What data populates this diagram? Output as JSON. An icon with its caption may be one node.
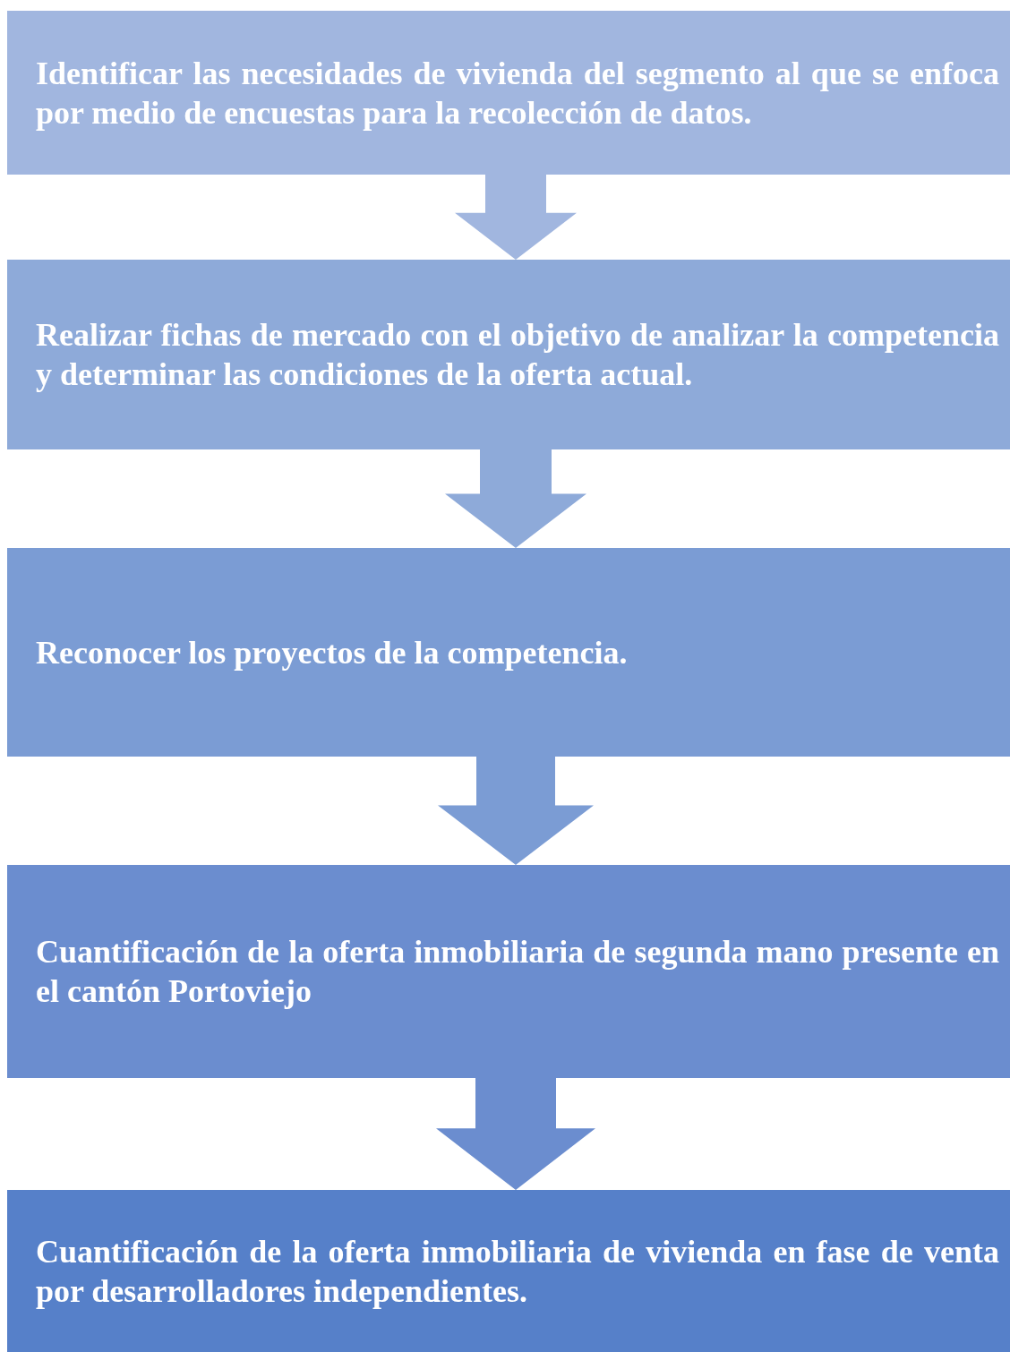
{
  "diagram": {
    "nodes": [
      {
        "text": [
          "Identificar las necesidades de vivienda del segmento al que se enfoca por medio de encuestas para la recolección de datos."
        ]
      },
      {
        "text": [
          "Realizar fichas de mercado con el objetivo de analizar la competencia y determinar las condiciones de la oferta actual."
        ]
      },
      {
        "text": [
          "Reconocer los proyectos de la competencia."
        ]
      },
      {
        "text": [
          "Cuantificación de la oferta inmobiliaria de segunda mano presente en el cantón Portoviejo"
        ]
      },
      {
        "text": [
          "Cuantificación de la oferta inmobiliaria de vivienda en fase de venta por desarrolladores independientes."
        ]
      }
    ],
    "edges": [
      {
        "from": 0,
        "to": 1,
        "arrow": "to"
      },
      {
        "from": 1,
        "to": 2,
        "arrow": "to"
      },
      {
        "from": 2,
        "to": 3,
        "arrow": "to"
      },
      {
        "from": 3,
        "to": 4,
        "arrow": "to"
      }
    ]
  }
}
